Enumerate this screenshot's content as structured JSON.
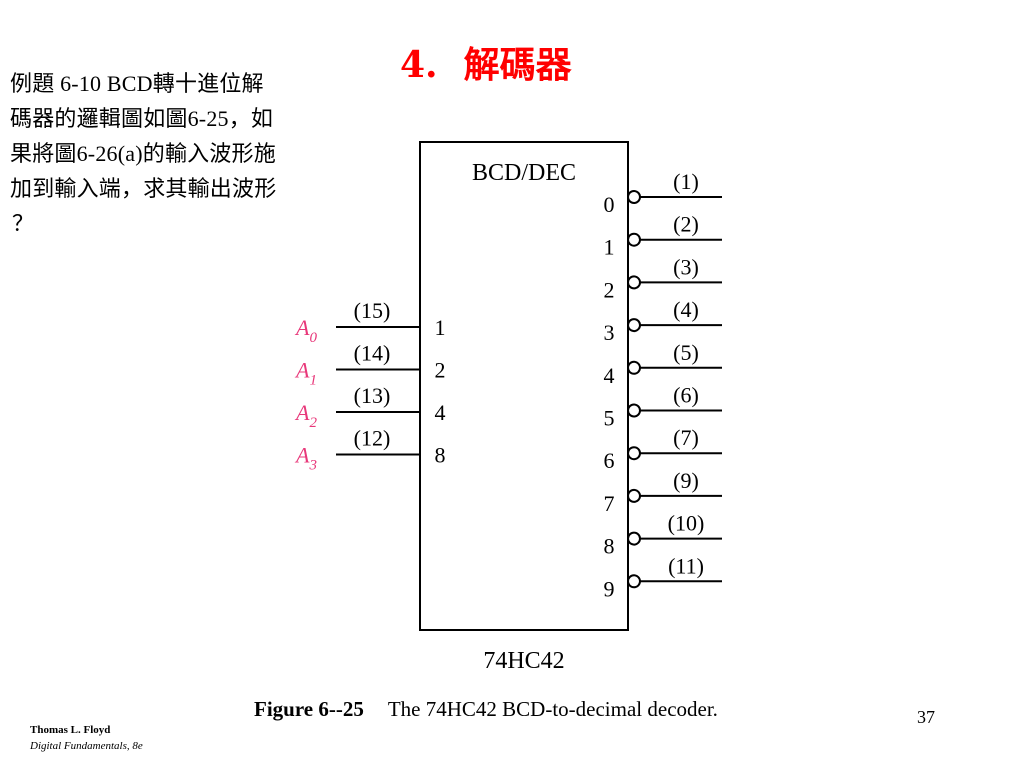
{
  "title": {
    "number": "4.",
    "text": "解碼器"
  },
  "question": {
    "lines": [
      "例題 6-10 BCD轉十進位解",
      "碼器的邏輯圖如圖6-25，如",
      "果將圖6-26(a)的輸入波形施",
      "加到輸入端，求其輸出波形",
      "？"
    ]
  },
  "diagram": {
    "block_label": "BCD/DEC",
    "part_number": "74HC42",
    "inputs": [
      {
        "letter": "A",
        "sub": "0",
        "pin": "(15)",
        "weight": "1"
      },
      {
        "letter": "A",
        "sub": "1",
        "pin": "(14)",
        "weight": "2"
      },
      {
        "letter": "A",
        "sub": "2",
        "pin": "(13)",
        "weight": "4"
      },
      {
        "letter": "A",
        "sub": "3",
        "pin": "(12)",
        "weight": "8"
      }
    ],
    "outputs": [
      {
        "label": "0",
        "pin": "(1)"
      },
      {
        "label": "1",
        "pin": "(2)"
      },
      {
        "label": "2",
        "pin": "(3)"
      },
      {
        "label": "3",
        "pin": "(4)"
      },
      {
        "label": "4",
        "pin": "(5)"
      },
      {
        "label": "5",
        "pin": "(6)"
      },
      {
        "label": "6",
        "pin": "(7)"
      },
      {
        "label": "7",
        "pin": "(9)"
      },
      {
        "label": "8",
        "pin": "(10)"
      },
      {
        "label": "9",
        "pin": "(11)"
      }
    ],
    "input_label_color": "#e8387a"
  },
  "caption": {
    "label": "Figure 6--25",
    "text": "The 74HC42 BCD-to-decimal decoder."
  },
  "page_number": "37",
  "footer": {
    "author": "Thomas L. Floyd",
    "book": "Digital Fundamentals, 8e"
  }
}
